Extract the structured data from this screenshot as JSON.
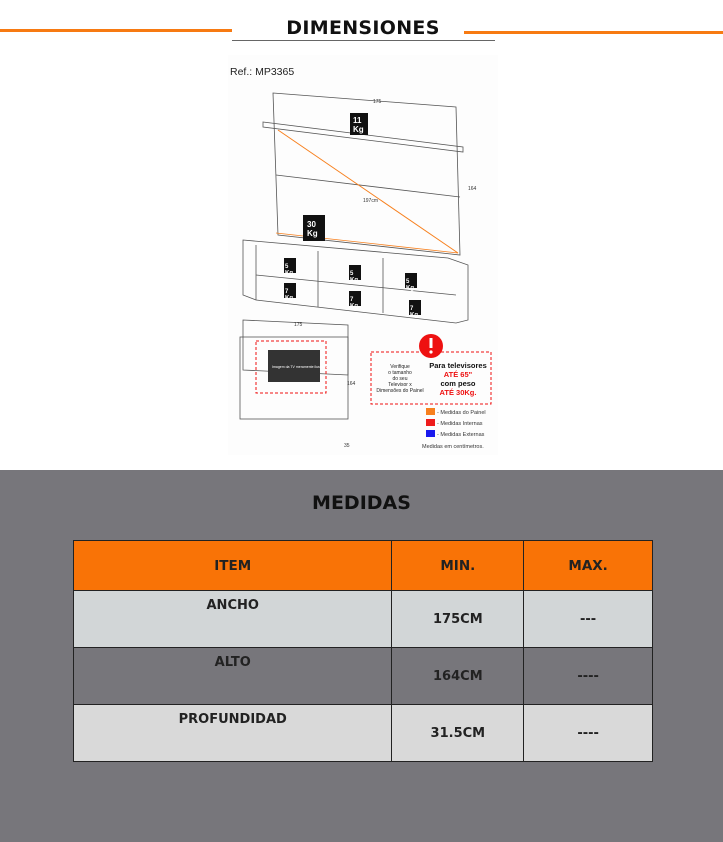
{
  "header": {
    "title": "DIMENSIONES"
  },
  "diagram": {
    "ref": "Ref.: MP3365",
    "weights": [
      "11\nKg",
      "30\nKg",
      "5\nKg",
      "5\nKg",
      "5\nKg",
      "7\nKg",
      "7\nKg",
      "7\nKg"
    ],
    "dims": {
      "width": "175",
      "height": "164",
      "depth": "35",
      "diag": "197cm"
    },
    "tv_note": "Imagem da TV meramente ilustrativa",
    "warning": {
      "verify": [
        "Verifique",
        "o tamanho",
        "do seu",
        "Televisor x",
        "Dimensões do Painel"
      ],
      "line1": "Para televisores",
      "line2": "ATÉ 65\"",
      "line3": "com peso",
      "line4": "ATÉ 30Kg."
    },
    "legend": [
      {
        "label": "- Medidas do Painel",
        "color": "#f7801e"
      },
      {
        "label": "- Medidas Internas",
        "color": "#ee1c1c"
      },
      {
        "label": "- Medidas Externas",
        "color": "#1a1aee"
      }
    ],
    "units_note": "Medidas em centímetros."
  },
  "section": {
    "title": "MEDIDAS"
  },
  "table": {
    "headers": [
      "ITEM",
      "MIN.",
      "MAX."
    ],
    "rows": [
      [
        "ANCHO",
        "175CM",
        "---"
      ],
      [
        "ALTO",
        "164CM",
        "----"
      ],
      [
        "PROFUNDIDAD",
        "31.5CM",
        "----"
      ]
    ]
  }
}
